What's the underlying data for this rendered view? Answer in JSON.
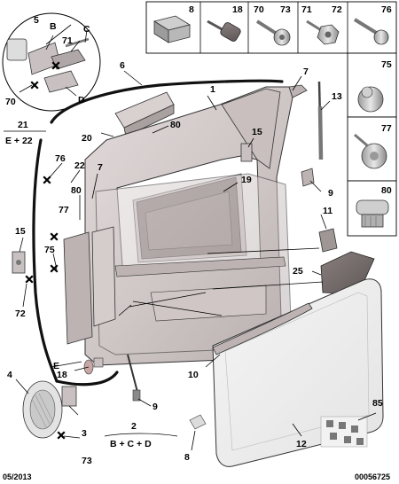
{
  "labels": {
    "l1": "1",
    "l2": "2",
    "l3": "3",
    "l4": "4",
    "l5": "5",
    "l6": "6",
    "l7a": "7",
    "l7b": "7",
    "l8a": "8",
    "l8b": "8",
    "l9a": "9",
    "l9b": "9",
    "l10": "10",
    "l11": "11",
    "l12": "12",
    "l13": "13",
    "l15a": "15",
    "l15b": "15",
    "l18a": "18",
    "l18b": "18",
    "l19": "19",
    "l20": "20",
    "l21": "21",
    "l22": "22",
    "l25": "25",
    "l70a": "70",
    "l70b": "70",
    "l71a": "71",
    "l71b": "71",
    "l72a": "72",
    "l72b": "72",
    "l73a": "73",
    "l73b": "73",
    "l75a": "75",
    "l75b": "75",
    "l76a": "76",
    "l76b": "76",
    "l77": "77",
    "l80a": "80",
    "l80b": "80",
    "l80c": "80",
    "l85": "85",
    "lB": "B",
    "lC": "C",
    "lD": "D",
    "lE": "E"
  },
  "formulas": {
    "f21_top": "21",
    "f21_bottom": "E + 22",
    "f2_top": "2",
    "f2_bottom": "B + C + D"
  },
  "footer": {
    "date": "05/2013",
    "reference": "00056725"
  }
}
